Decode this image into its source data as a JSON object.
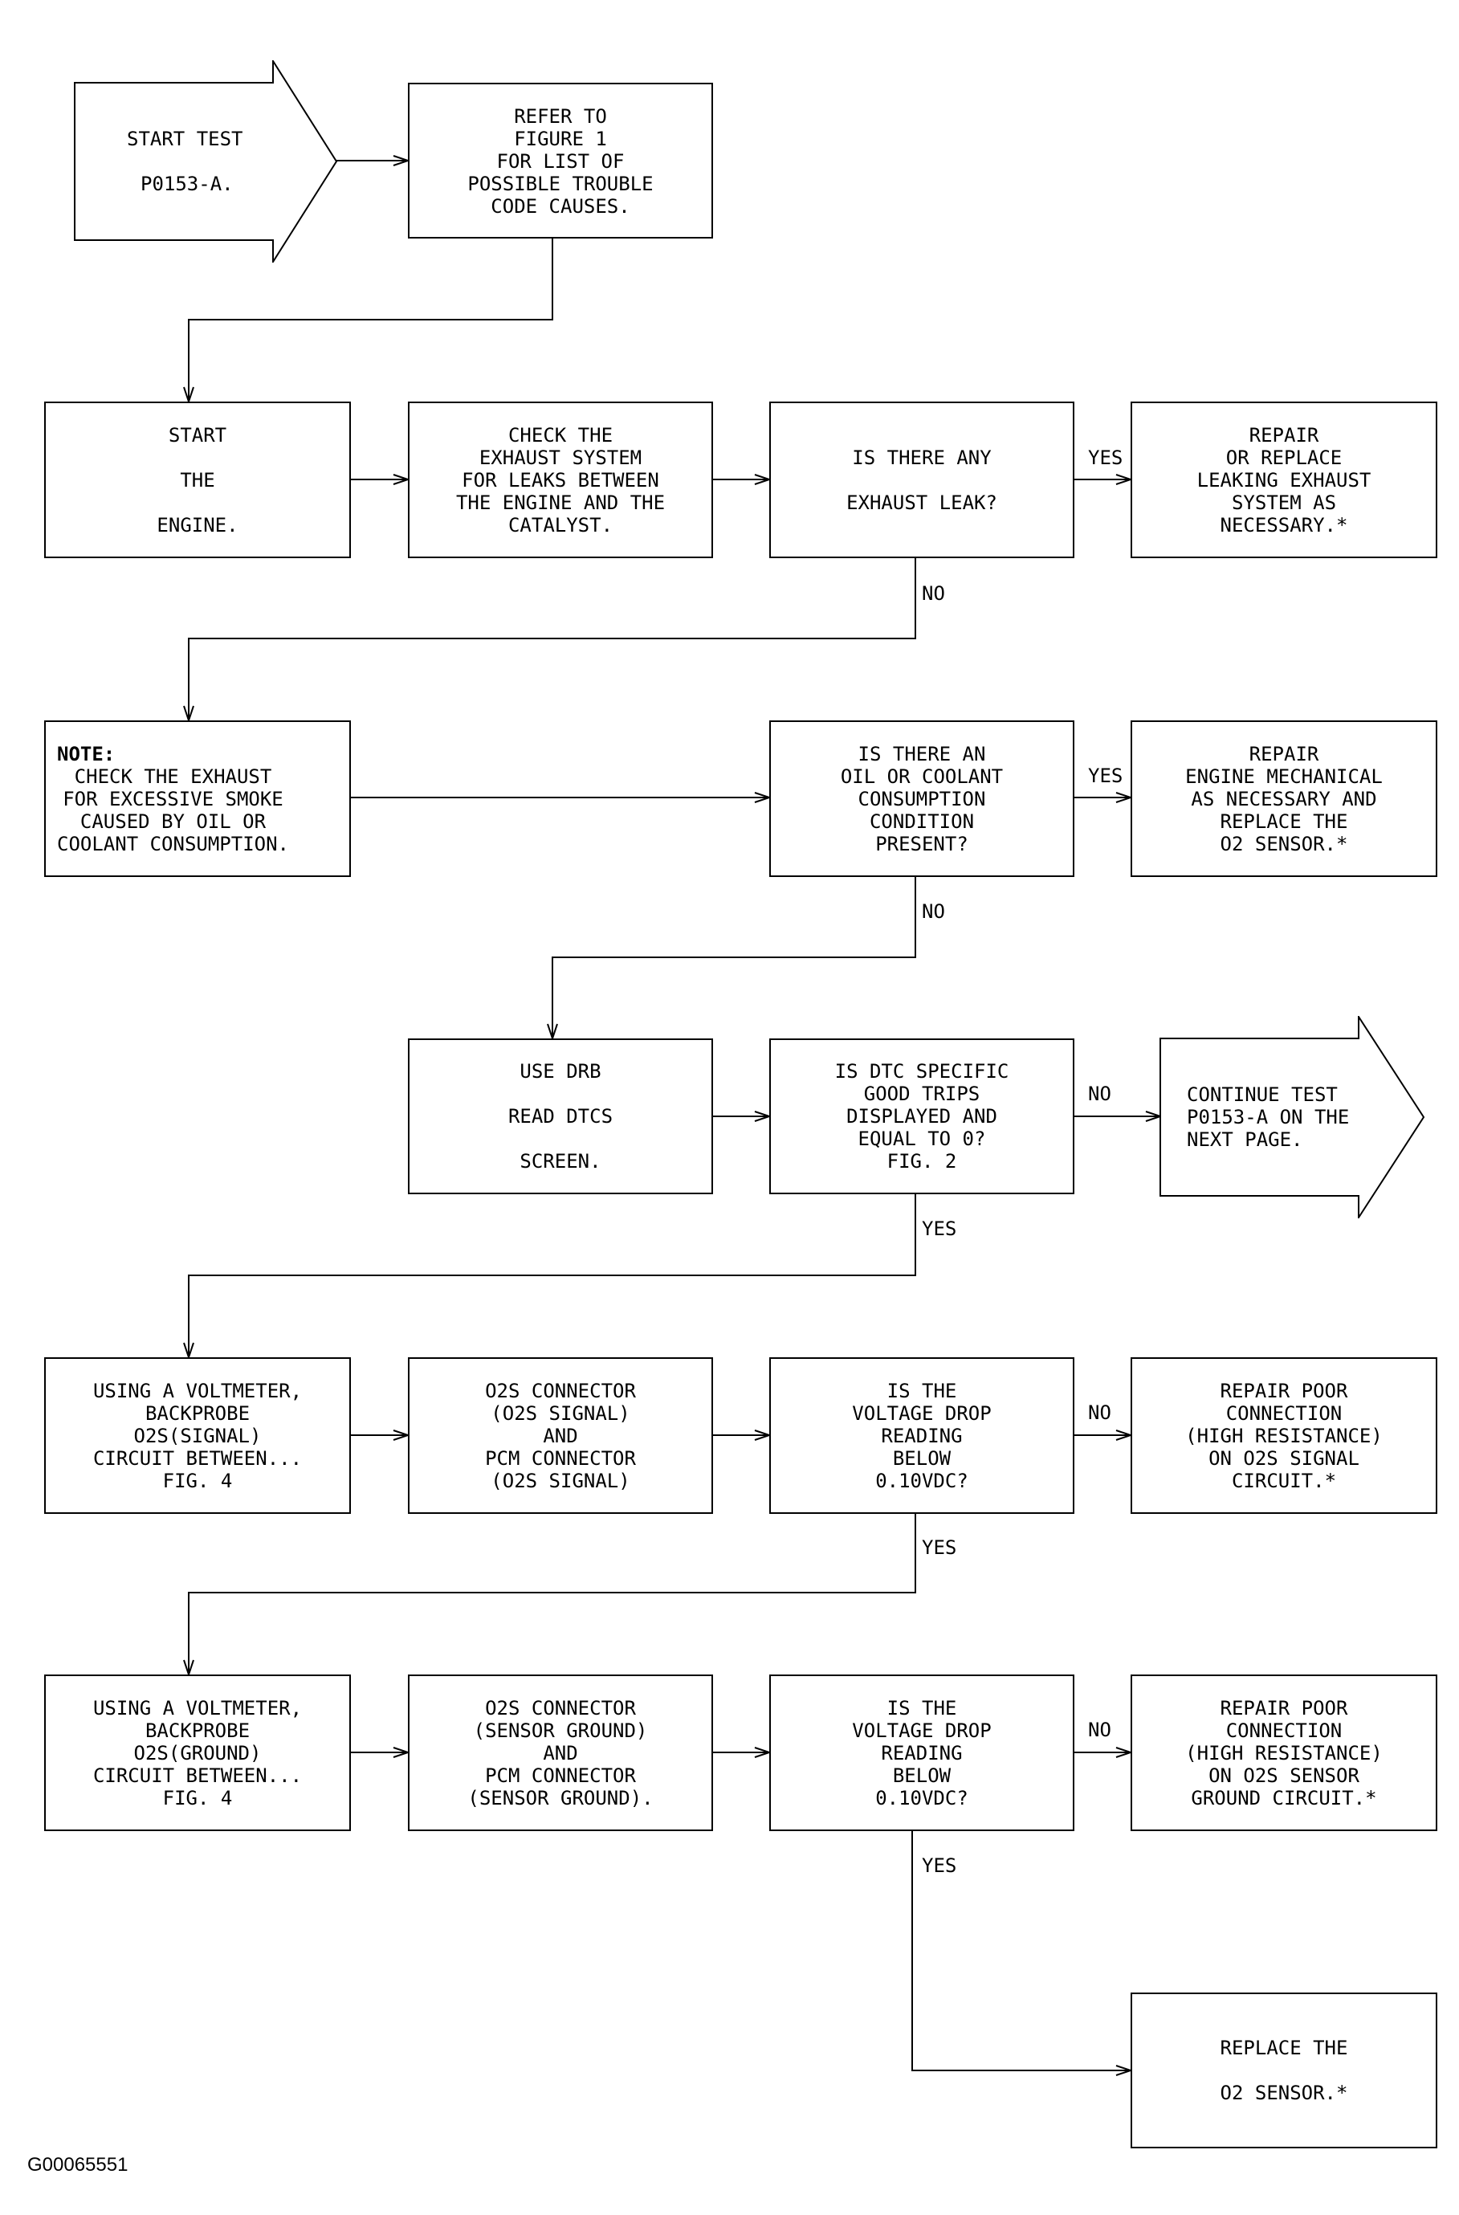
{
  "start": {
    "line1": "START TEST",
    "line2": "P0153-A."
  },
  "refer": "REFER TO\nFIGURE 1\nFOR LIST OF\nPOSSIBLE TROUBLE\nCODE CAUSES.",
  "start_engine": "START\n\nTHE\n\nENGINE.",
  "check_exhaust": "CHECK THE\nEXHAUST SYSTEM\nFOR LEAKS BETWEEN\nTHE ENGINE AND THE\nCATALYST.",
  "q_exhaust_leak": "IS THERE ANY\n\nEXHAUST LEAK?",
  "repair_exhaust": "REPAIR\nOR REPLACE\nLEAKING EXHAUST\nSYSTEM AS\nNECESSARY.*",
  "note": {
    "heading": "NOTE:",
    "body": "CHECK THE EXHAUST\nFOR EXCESSIVE SMOKE\nCAUSED BY OIL OR\nCOOLANT CONSUMPTION."
  },
  "q_oil_coolant": "IS THERE AN\nOIL OR COOLANT\nCONSUMPTION\nCONDITION\nPRESENT?",
  "repair_engine": "REPAIR\nENGINE MECHANICAL\nAS NECESSARY AND\nREPLACE THE\nO2 SENSOR.*",
  "use_drb": "USE DRB\n\nREAD DTCS\n\nSCREEN.",
  "q_dtc_trips": "IS DTC SPECIFIC\nGOOD TRIPS\nDISPLAYED AND\nEQUAL TO 0?\nFIG. 2",
  "continue": "CONTINUE TEST\nP0153-A ON THE\nNEXT PAGE.",
  "voltmeter_signal": "USING A VOLTMETER,\nBACKPROBE\nO2S(SIGNAL)\nCIRCUIT BETWEEN...\nFIG. 4",
  "connector_signal": "O2S CONNECTOR\n(O2S SIGNAL)\nAND\nPCM CONNECTOR\n(O2S SIGNAL)",
  "q_voltage_signal": "IS THE\nVOLTAGE DROP\nREADING\nBELOW\n0.10VDC?",
  "repair_signal": "REPAIR POOR\nCONNECTION\n(HIGH RESISTANCE)\nON O2S SIGNAL\nCIRCUIT.*",
  "voltmeter_ground": "USING A VOLTMETER,\nBACKPROBE\nO2S(GROUND)\nCIRCUIT BETWEEN...\nFIG. 4",
  "connector_ground": "O2S CONNECTOR\n(SENSOR GROUND)\nAND\nPCM CONNECTOR\n(SENSOR GROUND).",
  "q_voltage_ground": "IS THE\nVOLTAGE DROP\nREADING\nBELOW\n0.10VDC?",
  "repair_ground": "REPAIR POOR\nCONNECTION\n(HIGH RESISTANCE)\nON O2S SENSOR\nGROUND CIRCUIT.*",
  "replace_sensor": "REPLACE THE\n\nO2 SENSOR.*",
  "labels": {
    "yes_exhaust": "YES",
    "no_exhaust": "NO",
    "yes_oil": "YES",
    "no_oil": "NO",
    "no_dtc": "NO",
    "yes_dtc": "YES",
    "no_signal": "NO",
    "yes_signal": "YES",
    "no_ground": "NO",
    "yes_ground": "YES"
  },
  "figure_code": "G00065551"
}
